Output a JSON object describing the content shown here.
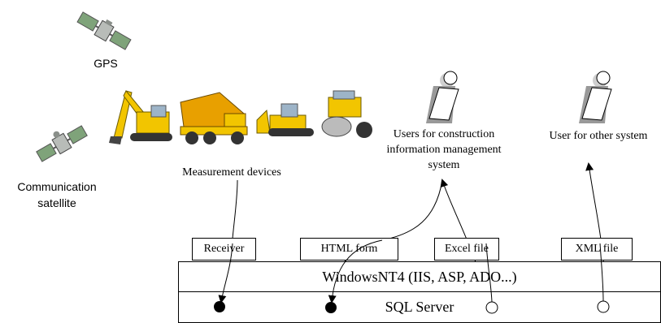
{
  "labels": {
    "gps": "GPS",
    "communication_satellite": "Communication satellite",
    "measurement_devices": "Measurement devices",
    "users_cims": "Users for construction information management system",
    "user_other": "User for other system"
  },
  "boxes": {
    "receiver": "Receiver",
    "html_form": "HTML form",
    "excel_file": "Excel file",
    "xml_file": "XML file"
  },
  "layers": {
    "windows": "WindowsNT4 (IIS, ASP, ADO...)",
    "sql": "SQL Server"
  },
  "colors": {
    "equipment_yellow": "#f2c500",
    "satellite_gray": "#8a8f8a",
    "panel_green": "#7fa37a"
  },
  "icons": [
    "satellite-icon",
    "excavator-icon",
    "dump-truck-icon",
    "bulldozer-icon",
    "roller-icon",
    "user-document-icon"
  ]
}
